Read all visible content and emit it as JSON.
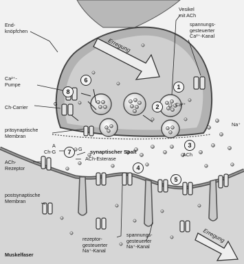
{
  "labels": {
    "endknoepfchen": "End-\nknöpfchen",
    "ca_pumpe": "Ca²⁺-\nPumpe",
    "ch_carrier": "Ch-Carrier",
    "praesynaptische_membran": "präsynaptische\nMembran",
    "a": "A",
    "ch_g": "Ch-G",
    "synaptischer_spalt": "synaptischer Spalt",
    "ach_esterase": "ACh-Esterase",
    "ach_rezeptor": "ACh-\nRezeptor",
    "postsynaptische_membran": "postsynaptische\nMembran",
    "muskelfaser": "Muskelfaser",
    "vesikel_mit_ach": "Vesikel\nmit ACh",
    "ca_kanal": "spannungs-\ngesteuerter\nCa²⁺-Kanal",
    "ca2": "Ca²⁺",
    "na": "Na⁺",
    "ach": "ACh",
    "g": "G",
    "rezeptor_na_kanal": "rezeptor-\ngesteuerter\nNa⁺-Kanal",
    "spannung_na_kanal": "spannungs-\ngesteuerter\nNa⁺-Kanal"
  },
  "arrows": {
    "erregung_top": "Erregung",
    "erregung_bottom": "Erregung"
  },
  "markers": [
    "1",
    "2",
    "3",
    "4",
    "5",
    "6",
    "7",
    "8"
  ]
}
